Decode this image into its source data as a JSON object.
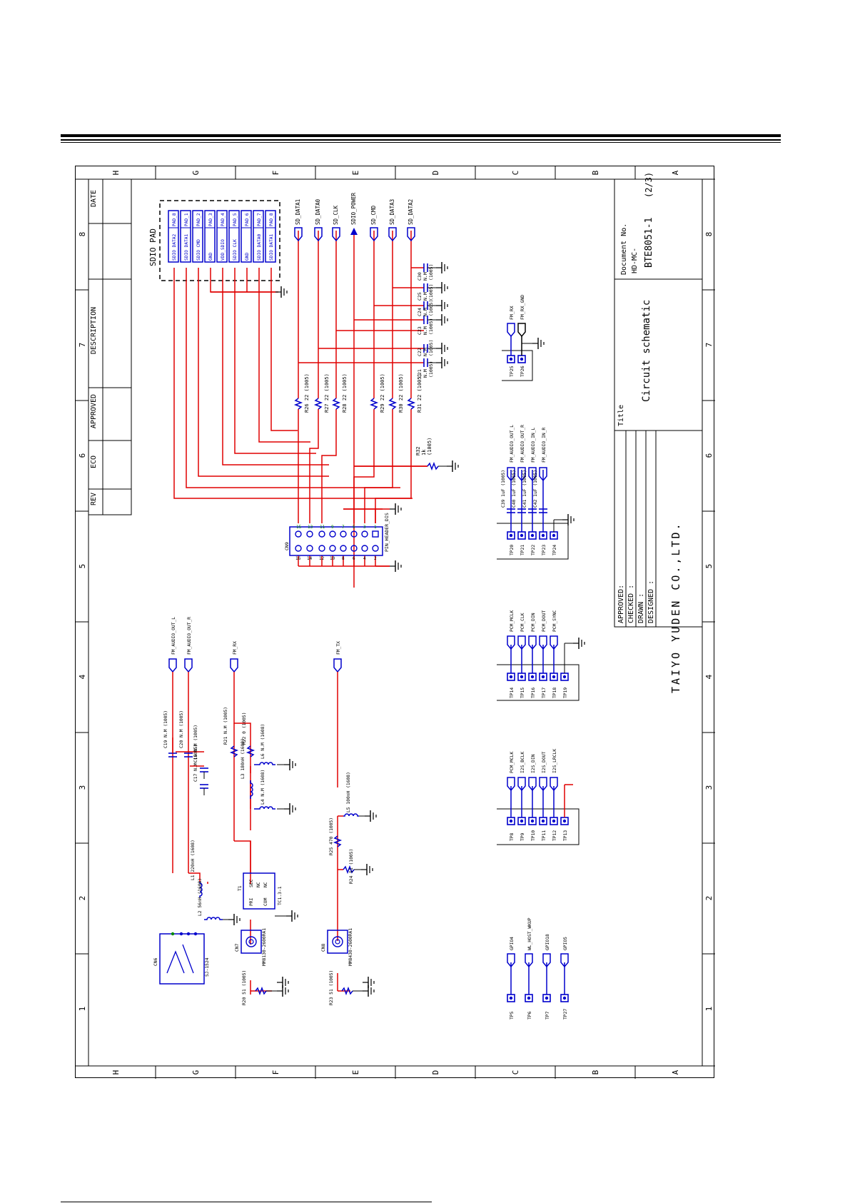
{
  "frame": {
    "zones_top": [
      "H",
      "G",
      "F",
      "E",
      "D",
      "C",
      "B",
      "A"
    ],
    "zones_bottom": [
      "H",
      "G",
      "F",
      "E",
      "D",
      "C",
      "B",
      "A"
    ],
    "cols_left": [
      "8",
      "7",
      "6",
      "5",
      "4",
      "3",
      "2",
      "1"
    ],
    "cols_right": [
      "8",
      "7",
      "6",
      "5",
      "4",
      "3",
      "2",
      "1"
    ]
  },
  "revision_block": {
    "headers": [
      "DATE",
      "DESCRIPTION",
      "APPROVED",
      "ECO",
      "REV"
    ]
  },
  "title_block": {
    "doc_no_label": "Document No.",
    "doc_no_1": "HD-MC-",
    "doc_no_2": "BTE8051-1",
    "sheet": "(2/3)",
    "title_label": "Title",
    "title": "Circuit schematic",
    "approved": "APPROVED:",
    "checked": "CHECKED :",
    "drawn": "DRAWN :",
    "designed": "DESIGNED :",
    "company": "TAIYO YUDEN CO.,LTD."
  },
  "sdio_pad": {
    "label": "SDIO PAD",
    "pads": [
      {
        "signal": "SDIO DATA2",
        "pad": "PAD_8"
      },
      {
        "signal": "SDIO DATA1",
        "pad": "PAD_1"
      },
      {
        "signal": "SDIO CMD",
        "pad": "PAD_2"
      },
      {
        "signal": "GND",
        "pad": "PAD_3"
      },
      {
        "signal": "VDD_SDIO",
        "pad": "PAD_4"
      },
      {
        "signal": "SDIO CLK",
        "pad": "PAD_5"
      },
      {
        "signal": "GND",
        "pad": "PAD_6"
      },
      {
        "signal": "SDIO DATA0",
        "pad": "PAD_7"
      },
      {
        "signal": "SDIO DATA1",
        "pad": "PAD_8"
      }
    ]
  },
  "sd_ports": [
    "SD_DATA1",
    "SD_DATA0",
    "SD_CLK",
    "SDIO_POWER",
    "SD_CMD",
    "SD_DATA3",
    "SD_DATA2"
  ],
  "sd_resistors": [
    {
      "ref": "R26",
      "val": "22 (1005)"
    },
    {
      "ref": "R27",
      "val": "22 (1005)"
    },
    {
      "ref": "R28",
      "val": "22 (1005)"
    },
    {
      "ref": "R29",
      "val": "22 (1005)"
    },
    {
      "ref": "R30",
      "val": "22 (1005)"
    },
    {
      "ref": "R31",
      "val": "22 (1005)"
    }
  ],
  "sd_caps": [
    {
      "ref": "C30",
      "val": "N.M",
      "pkg": "(1005)"
    },
    {
      "ref": "C25",
      "val": "N.M",
      "pkg": "(1005)"
    },
    {
      "ref": "C24",
      "val": "N.M",
      "pkg": "(1005)"
    },
    {
      "ref": "C23",
      "val": "N.M",
      "pkg": "(1005)"
    },
    {
      "ref": "C22",
      "val": "N.M",
      "pkg": "(1005)"
    },
    {
      "ref": "C21",
      "val": "N.M",
      "pkg": "(1005)"
    }
  ],
  "r32": {
    "ref": "R32",
    "val": "1k",
    "pkg": "(1005)"
  },
  "cn9": {
    "ref": "CN9",
    "part": "PIN_HEADER_DIS",
    "pins_top": [
      "16",
      "14",
      "12",
      "10",
      "8",
      "6",
      "4",
      "2"
    ],
    "pins_bottom": [
      "15",
      "13",
      "11",
      "9",
      "7",
      "5",
      "3",
      "1"
    ]
  },
  "fm_rx_tp": {
    "tps": [
      "TP25",
      "TP26"
    ],
    "ports": [
      "FM_RX",
      "FM_RX_GND"
    ]
  },
  "audio_tp": {
    "tps": [
      "TP20",
      "TP21",
      "TP22",
      "TP23",
      "TP24"
    ],
    "caps": [
      "C39 1uF (1005)",
      "C40 1uF (1005)",
      "C41 1uF (1005)",
      "C42 1uF (1005)"
    ],
    "ports": [
      "FM_AUDIO_OUT_L",
      "FM_AUDIO_OUT_R",
      "FM_AUDIO_IN_L",
      "FM_AUDIO_IN_R"
    ]
  },
  "pcm_tp": {
    "tps": [
      "TP14",
      "TP15",
      "TP16",
      "TP17",
      "TP18",
      "TP19"
    ],
    "ports": [
      "PCM_MCLK",
      "PCM_CLK",
      "PCM_DIN",
      "PCM_DOUT",
      "PCM_SYNC"
    ]
  },
  "i2s_tp": {
    "tps": [
      "TP8",
      "TP9",
      "TP10",
      "TP11",
      "TP12",
      "TP13"
    ],
    "ports": [
      "PCM_MCLK",
      "I2S_BCLK",
      "I2S_DIN",
      "I2S_DOUT",
      "I2S_LRCLK"
    ]
  },
  "gpio_tp": {
    "tps": [
      "TP5",
      "TP6",
      "TP7",
      "TP27"
    ],
    "ports": [
      "GPIO4",
      "WL_HOST_WKUP",
      "GPIO18",
      "GPIO5"
    ]
  },
  "fm_section": {
    "ports": [
      "FM_AUDIO_OUT_L",
      "FM_AUDIO_OUT_R",
      "FM_RX",
      "FM_TX"
    ],
    "c19": "C19 N.M (1005)",
    "c20": "C20 N.M (1005)",
    "c16": "C16 N.M (1005)",
    "c17": "C17 N.M (1005)",
    "r21": "R21 N.M (1005)",
    "r22": "R22 0 (1005)",
    "l6": "L6 N.M (1608)",
    "l3": "L3 180nH (1608)",
    "l4": "L4 N.M (1608)",
    "l1": "L1 220nH (1608)",
    "l2": "L2 56nH (1608)",
    "t1": "T1",
    "t1_part": "TC1.3-1",
    "t1_pins": [
      "PRI",
      "SEC",
      "NC",
      "NC",
      "COM"
    ],
    "cn6": "CN6",
    "cn6_part": "SJ-1524",
    "cn7": "CN7",
    "cn7_part": "MM8130-2600RA1",
    "cn8": "CN8",
    "cn8_part": "MM8430-2600RA1",
    "r20": "R20 51 (1005)",
    "r23": "R23 51 (1005)",
    "r25": "R25 470 (1005)",
    "r24": "R24 51 (1005)",
    "l5": "L5 100nH (1608)"
  },
  "colors": {
    "wire": "#e00000",
    "comp": "#0000cc",
    "text": "#000000",
    "pin": "#008800"
  }
}
